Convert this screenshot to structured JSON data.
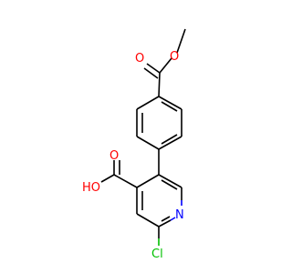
{
  "molecule": {
    "atoms": [
      {
        "id": "o_ether",
        "label": "O",
        "color": "#ff0000"
      },
      {
        "id": "o_ester_carbonyl",
        "label": "O",
        "color": "#ff0000"
      },
      {
        "id": "o_hydroxyl",
        "label": "HO",
        "color": "#ff0000"
      },
      {
        "id": "o_acid_carbonyl",
        "label": "O",
        "color": "#ff0000"
      },
      {
        "id": "n_ring",
        "label": "N",
        "color": "#0000ff"
      },
      {
        "id": "cl",
        "label": "Cl",
        "color": "#00c000"
      }
    ]
  }
}
